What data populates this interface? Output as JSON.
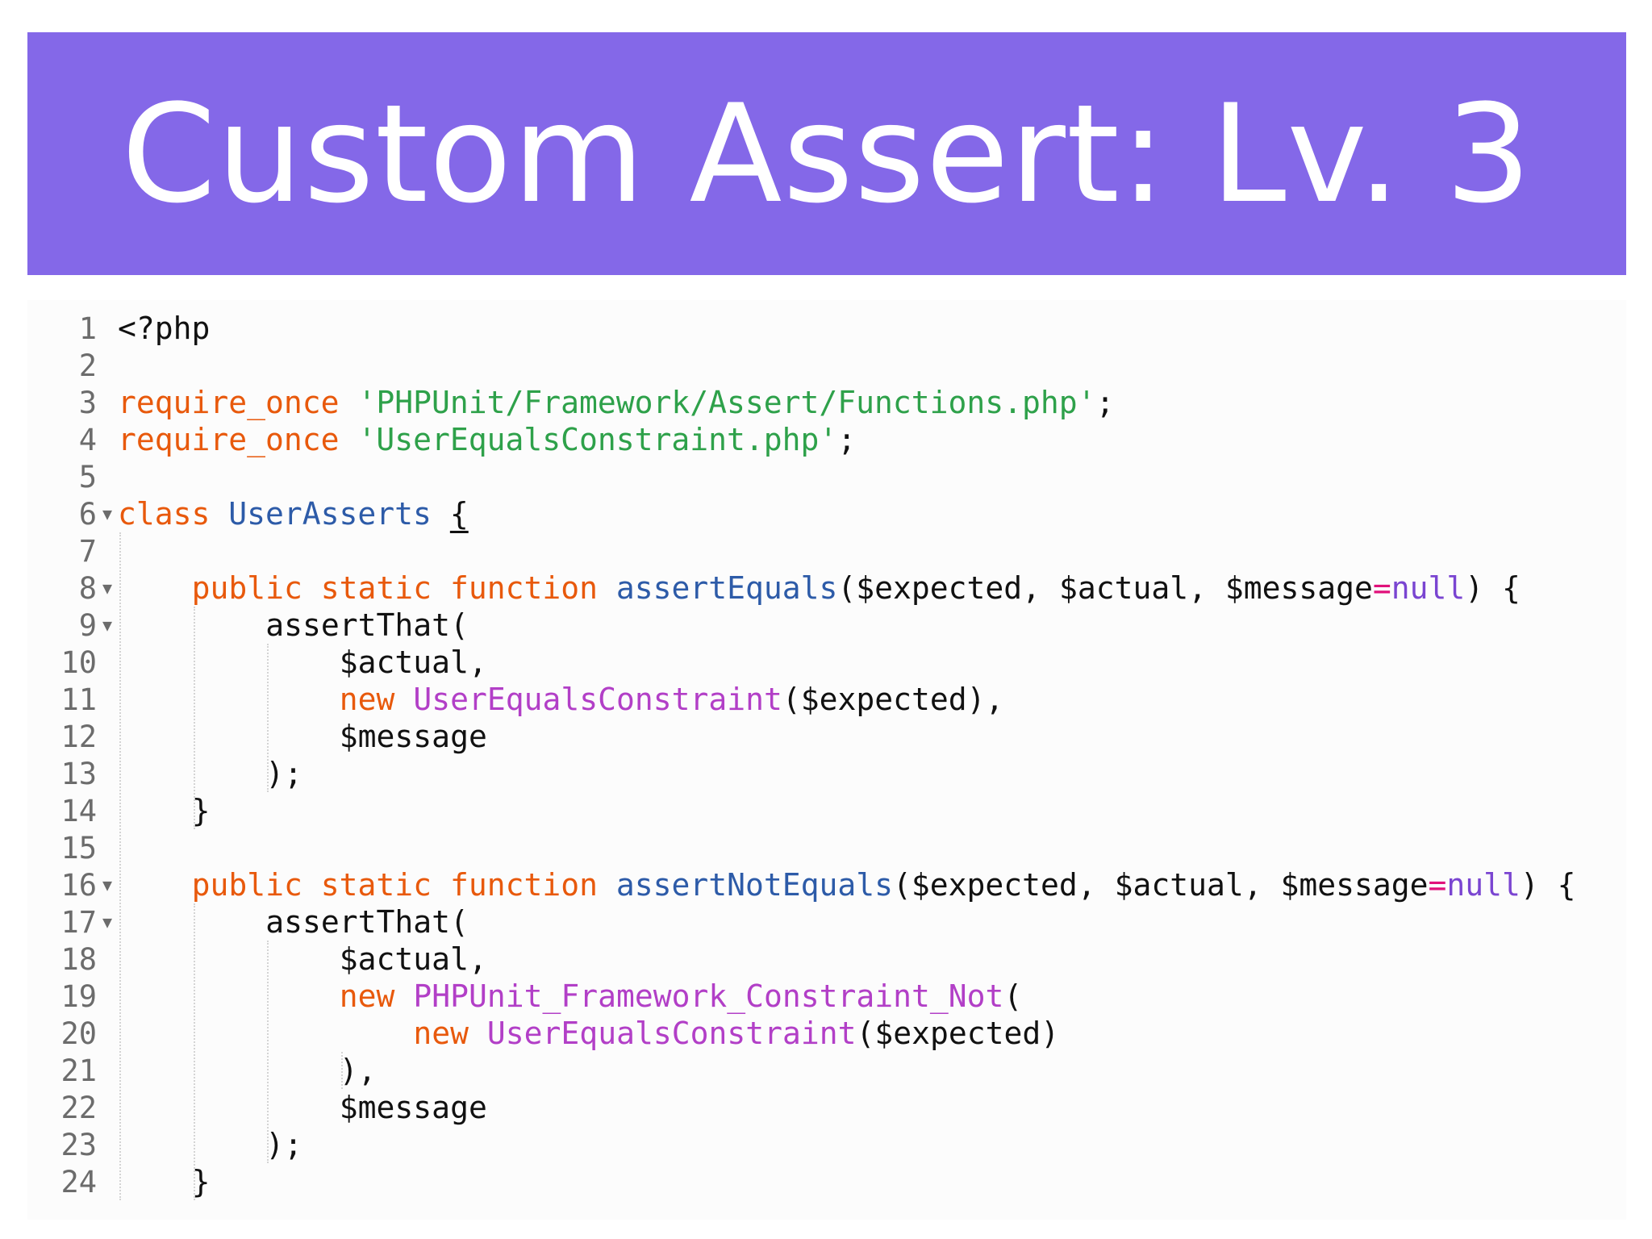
{
  "slide": {
    "title": "Custom Assert: Lv. 3",
    "banner_color": "#8468E8"
  },
  "editor": {
    "language": "php",
    "fold_marker": "▼",
    "lines": [
      {
        "num": "1",
        "fold": false,
        "indent": 0,
        "tokens": [
          {
            "text": "<?php",
            "type": "plain"
          }
        ]
      },
      {
        "num": "2",
        "fold": false,
        "indent": 0,
        "tokens": []
      },
      {
        "num": "3",
        "fold": false,
        "indent": 0,
        "tokens": [
          {
            "text": "require_once",
            "type": "keyword"
          },
          {
            "text": " ",
            "type": "plain"
          },
          {
            "text": "'PHPUnit/Framework/Assert/Functions.php'",
            "type": "string"
          },
          {
            "text": ";",
            "type": "plain"
          }
        ]
      },
      {
        "num": "4",
        "fold": false,
        "indent": 0,
        "tokens": [
          {
            "text": "require_once",
            "type": "keyword"
          },
          {
            "text": " ",
            "type": "plain"
          },
          {
            "text": "'UserEqualsConstraint.php'",
            "type": "string"
          },
          {
            "text": ";",
            "type": "plain"
          }
        ]
      },
      {
        "num": "5",
        "fold": false,
        "indent": 0,
        "tokens": []
      },
      {
        "num": "6",
        "fold": true,
        "indent": 0,
        "tokens": [
          {
            "text": "class",
            "type": "keyword"
          },
          {
            "text": " ",
            "type": "plain"
          },
          {
            "text": "UserAsserts",
            "type": "func"
          },
          {
            "text": " ",
            "type": "plain"
          },
          {
            "text": "{",
            "type": "brace"
          }
        ]
      },
      {
        "num": "7",
        "fold": false,
        "indent": 0,
        "tokens": []
      },
      {
        "num": "8",
        "fold": true,
        "indent": 1,
        "tokens": [
          {
            "text": "public",
            "type": "keyword"
          },
          {
            "text": " ",
            "type": "plain"
          },
          {
            "text": "static",
            "type": "keyword"
          },
          {
            "text": " ",
            "type": "plain"
          },
          {
            "text": "function",
            "type": "keyword"
          },
          {
            "text": " ",
            "type": "plain"
          },
          {
            "text": "assertEquals",
            "type": "func"
          },
          {
            "text": "($expected, $actual, $message",
            "type": "plain"
          },
          {
            "text": "=",
            "type": "op"
          },
          {
            "text": "null",
            "type": "null"
          },
          {
            "text": ") {",
            "type": "plain"
          }
        ]
      },
      {
        "num": "9",
        "fold": true,
        "indent": 2,
        "tokens": [
          {
            "text": "assertThat(",
            "type": "plain"
          }
        ]
      },
      {
        "num": "10",
        "fold": false,
        "indent": 3,
        "tokens": [
          {
            "text": "$actual,",
            "type": "plain"
          }
        ]
      },
      {
        "num": "11",
        "fold": false,
        "indent": 3,
        "tokens": [
          {
            "text": "new",
            "type": "keyword"
          },
          {
            "text": " ",
            "type": "plain"
          },
          {
            "text": "UserEqualsConstraint",
            "type": "class"
          },
          {
            "text": "($expected),",
            "type": "plain"
          }
        ]
      },
      {
        "num": "12",
        "fold": false,
        "indent": 3,
        "tokens": [
          {
            "text": "$message",
            "type": "plain"
          }
        ]
      },
      {
        "num": "13",
        "fold": false,
        "indent": 2,
        "tokens": [
          {
            "text": ");",
            "type": "plain"
          }
        ]
      },
      {
        "num": "14",
        "fold": false,
        "indent": 1,
        "tokens": [
          {
            "text": "}",
            "type": "plain"
          }
        ]
      },
      {
        "num": "15",
        "fold": false,
        "indent": 0,
        "tokens": []
      },
      {
        "num": "16",
        "fold": true,
        "indent": 1,
        "tokens": [
          {
            "text": "public",
            "type": "keyword"
          },
          {
            "text": " ",
            "type": "plain"
          },
          {
            "text": "static",
            "type": "keyword"
          },
          {
            "text": " ",
            "type": "plain"
          },
          {
            "text": "function",
            "type": "keyword"
          },
          {
            "text": " ",
            "type": "plain"
          },
          {
            "text": "assertNotEquals",
            "type": "func"
          },
          {
            "text": "($expected, $actual, $message",
            "type": "plain"
          },
          {
            "text": "=",
            "type": "op"
          },
          {
            "text": "null",
            "type": "null"
          },
          {
            "text": ") {",
            "type": "plain"
          }
        ]
      },
      {
        "num": "17",
        "fold": true,
        "indent": 2,
        "tokens": [
          {
            "text": "assertThat(",
            "type": "plain"
          }
        ]
      },
      {
        "num": "18",
        "fold": false,
        "indent": 3,
        "tokens": [
          {
            "text": "$actual,",
            "type": "plain"
          }
        ]
      },
      {
        "num": "19",
        "fold": false,
        "indent": 3,
        "tokens": [
          {
            "text": "new",
            "type": "keyword"
          },
          {
            "text": " ",
            "type": "plain"
          },
          {
            "text": "PHPUnit_Framework_Constraint_Not",
            "type": "class"
          },
          {
            "text": "(",
            "type": "plain"
          }
        ]
      },
      {
        "num": "20",
        "fold": false,
        "indent": 4,
        "tokens": [
          {
            "text": "new",
            "type": "keyword"
          },
          {
            "text": " ",
            "type": "plain"
          },
          {
            "text": "UserEqualsConstraint",
            "type": "class"
          },
          {
            "text": "($expected)",
            "type": "plain"
          }
        ]
      },
      {
        "num": "21",
        "fold": false,
        "indent": 3,
        "tokens": [
          {
            "text": "),",
            "type": "plain"
          }
        ]
      },
      {
        "num": "22",
        "fold": false,
        "indent": 3,
        "tokens": [
          {
            "text": "$message",
            "type": "plain"
          }
        ]
      },
      {
        "num": "23",
        "fold": false,
        "indent": 2,
        "tokens": [
          {
            "text": ");",
            "type": "plain"
          }
        ]
      },
      {
        "num": "24",
        "fold": false,
        "indent": 1,
        "tokens": [
          {
            "text": "}",
            "type": "plain"
          }
        ]
      }
    ]
  }
}
